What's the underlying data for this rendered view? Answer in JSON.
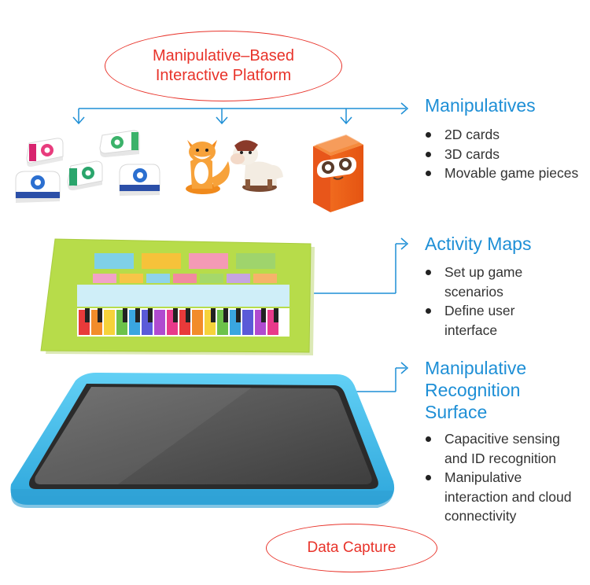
{
  "top_oval": {
    "line1": "Manipulative–Based",
    "line2": "Interactive Platform"
  },
  "bottom_oval": {
    "label": "Data Capture"
  },
  "sections": [
    {
      "title_lines": [
        "Manipulatives"
      ],
      "bullets": [
        "2D cards",
        "3D cards",
        "Movable game pieces"
      ]
    },
    {
      "title_lines": [
        "Activity Maps"
      ],
      "bullets": [
        "Set up game scenarios",
        "Define user interface"
      ]
    },
    {
      "title_lines": [
        "Manipulative",
        "Recognition",
        "Surface"
      ],
      "bullets": [
        "Capacitive sensing and ID recognition",
        "Manipulative interaction and cloud connectivity"
      ]
    }
  ],
  "colors": {
    "accent_blue": "#1e8fd6",
    "oval_red": "#e8332a",
    "tablet_frame": "#4cc3ee",
    "tablet_screen": "#5a5a5a",
    "map_green": "#b7dc4a"
  }
}
